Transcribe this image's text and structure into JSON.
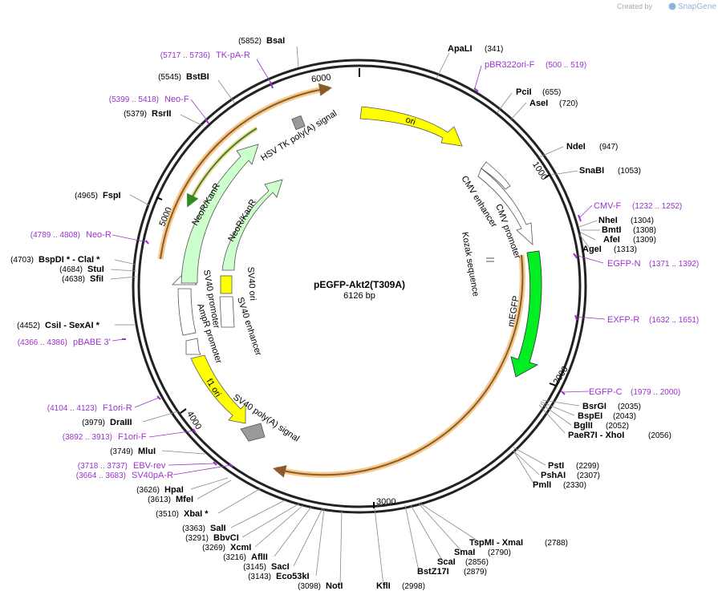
{
  "credit": {
    "prefix": "Created by",
    "brand": "SnapGene"
  },
  "plasmid": {
    "name": "pEGFP-Akt2(T309A)",
    "size": "6126 bp"
  },
  "ticks": [
    {
      "label": "1000"
    },
    {
      "label": "2000"
    },
    {
      "label": "3000"
    },
    {
      "label": "4000"
    },
    {
      "label": "5000"
    },
    {
      "label": "6000"
    }
  ],
  "sites": [
    {
      "name": "BsaI",
      "pos": "(5852)"
    },
    {
      "name": "BstBI",
      "pos": "(5545)"
    },
    {
      "name": "RsrII",
      "pos": "(5379)"
    },
    {
      "name": "FspI",
      "pos": "(4965)"
    },
    {
      "name": "BspDI * - ClaI *",
      "pos": "(4703)"
    },
    {
      "name": "StuI",
      "pos": "(4684)"
    },
    {
      "name": "SfiI",
      "pos": "(4638)"
    },
    {
      "name": "CsiI - SexAI *",
      "pos": "(4452)"
    },
    {
      "name": "DraIII",
      "pos": "(3979)"
    },
    {
      "name": "MluI",
      "pos": "(3749)"
    },
    {
      "name": "HpaI",
      "pos": "(3626)"
    },
    {
      "name": "MfeI",
      "pos": "(3613)"
    },
    {
      "name": "XbaI *",
      "pos": "(3510)"
    },
    {
      "name": "SalI",
      "pos": "(3363)"
    },
    {
      "name": "BbvCI",
      "pos": "(3291)"
    },
    {
      "name": "XcmI",
      "pos": "(3269)"
    },
    {
      "name": "AflII",
      "pos": "(3216)"
    },
    {
      "name": "SacI",
      "pos": "(3145)"
    },
    {
      "name": "Eco53kI",
      "pos": "(3143)"
    },
    {
      "name": "NotI",
      "pos": "(3098)"
    },
    {
      "name": "KflI",
      "pos": "(2998)"
    },
    {
      "name": "BstZ17I",
      "pos": "(2879)"
    },
    {
      "name": "ScaI",
      "pos": "(2856)"
    },
    {
      "name": "SmaI",
      "pos": "(2790)"
    },
    {
      "name": "TspMI - XmaI",
      "pos": "(2788)"
    },
    {
      "name": "PmlI",
      "pos": "(2330)"
    },
    {
      "name": "PshAI",
      "pos": "(2307)"
    },
    {
      "name": "PstI",
      "pos": "(2299)"
    },
    {
      "name": "PaeR7I - XhoI",
      "pos": "(2056)"
    },
    {
      "name": "BglII",
      "pos": "(2052)"
    },
    {
      "name": "BspEI",
      "pos": "(2043)"
    },
    {
      "name": "BsrGI",
      "pos": "(2035)"
    },
    {
      "name": "AgeI",
      "pos": "(1313)"
    },
    {
      "name": "AfeI",
      "pos": "(1309)"
    },
    {
      "name": "BmtI",
      "pos": "(1308)"
    },
    {
      "name": "NheI",
      "pos": "(1304)"
    },
    {
      "name": "SnaBI",
      "pos": "(1053)"
    },
    {
      "name": "NdeI",
      "pos": "(947)"
    },
    {
      "name": "AseI",
      "pos": "(720)"
    },
    {
      "name": "PciI",
      "pos": "(655)"
    },
    {
      "name": "ApaLI",
      "pos": "(341)"
    }
  ],
  "primers": [
    {
      "name": "TK-pA-R",
      "range": "(5717 .. 5736)"
    },
    {
      "name": "Neo-F",
      "range": "(5399 .. 5418)"
    },
    {
      "name": "Neo-R",
      "range": "(4789 .. 4808)"
    },
    {
      "name": "pBABE 3'",
      "range": "(4366 .. 4386)"
    },
    {
      "name": "F1ori-R",
      "range": "(4104 .. 4123)"
    },
    {
      "name": "F1ori-F",
      "range": "(3892 .. 3913)"
    },
    {
      "name": "EBV-rev",
      "range": "(3718 .. 3737)"
    },
    {
      "name": "SV40pA-R",
      "range": "(3664 .. 3683)"
    },
    {
      "name": "pBR322ori-F",
      "range": "(500 .. 519)"
    },
    {
      "name": "CMV-F",
      "range": "(1232 .. 1252)"
    },
    {
      "name": "EGFP-N",
      "range": "(1371 .. 1392)"
    },
    {
      "name": "EXFP-R",
      "range": "(1632 .. 1651)"
    },
    {
      "name": "EGFP-C",
      "range": "(1979 .. 2000)"
    }
  ],
  "features": [
    {
      "name": "ori"
    },
    {
      "name": "CMV enhancer"
    },
    {
      "name": "CMV promoter"
    },
    {
      "name": "Kozak sequence"
    },
    {
      "name": "mEGFP"
    },
    {
      "name": "SV40 poly(A) signal"
    },
    {
      "name": "f1 ori"
    },
    {
      "name": "AmpR promoter"
    },
    {
      "name": "SV40 promoter"
    },
    {
      "name": "SV40 enhancer"
    },
    {
      "name": "SV40 ori"
    },
    {
      "name": "NeoR/KanR"
    },
    {
      "name": "NeoR/KanR"
    },
    {
      "name": "HSV TK poly(A) signal"
    }
  ],
  "colors": {
    "ring": "#222222",
    "ori": "#ffff00",
    "egfp": "#00ee22",
    "neo": "#ccffcc",
    "orf_highlight": "#f5c98a",
    "orf_line": "#8b5a2b",
    "primer": "#9933cc",
    "polyA": "#999999",
    "promoter": "#ffffff"
  }
}
